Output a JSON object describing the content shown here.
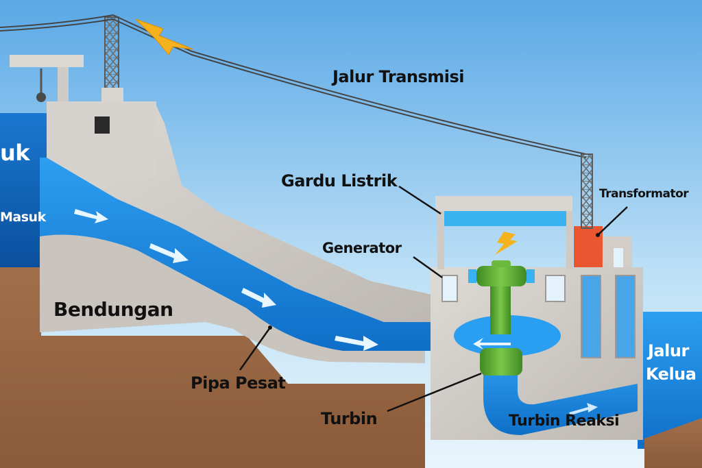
{
  "diagram": {
    "title": "Pembangkit Listrik Tenaga Air",
    "labels": {
      "reservoir_partial": "uk",
      "inflow_partial": "Masuk",
      "dam": "Bendungan",
      "penstock": "Pipa Pesat",
      "transmission_line": "Jalur Transmisi",
      "substation": "Gardu Listrik",
      "generator": "Generator",
      "transformer": "Transformator",
      "turbine": "Turbin",
      "reaction_turbine": "Turbin Reaksi",
      "outflow_line1": "Jalur",
      "outflow_line2": "Kelua"
    },
    "colors": {
      "sky_top": "#5aa8e6",
      "sky_bottom": "#e6f4fc",
      "water": "#1e8fe8",
      "concrete": "#cfcac4",
      "ground": "#9a6a48",
      "turbine": "#5aa832",
      "transformer": "#ea5630",
      "bolt": "#f5b21d"
    }
  }
}
